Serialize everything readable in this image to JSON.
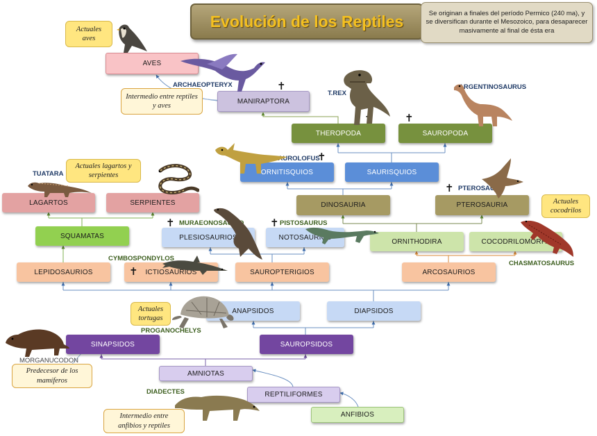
{
  "header": {
    "title": "Evolución de los Reptiles",
    "subtitle": "Se originan a finales del período Permico (240 ma), y se diversifican durante el Mesozoico, para desaparecer masivamente al final de ésta era"
  },
  "colors": {
    "pink": "#f4b8b8",
    "green_light": "#cce5a8",
    "green_dark": "#7a9440",
    "green_bright": "#92d050",
    "blue_mid": "#5a8fd8",
    "blue_light": "#c8daf4",
    "peach": "#f7c59f",
    "purple_light": "#c9b8e4",
    "purple_dark": "#7346a0",
    "olive": "#a89a68",
    "connector": "#6a8fc0"
  },
  "nodes": {
    "aves": "AVES",
    "maniraptora": "MANIRAPTORA",
    "theropoda": "THEROPODA",
    "sauropoda": "SAUROPODA",
    "ornitisquios": "ORNITISQUIOS",
    "saurisquios": "SAURISQUIOS",
    "lagartos": "LAGARTOS",
    "serpientes": "SERPIENTES",
    "dinosauria": "DINOSAURIA",
    "pterosauria": "PTEROSAURIA",
    "squamatas": "SQUAMATAS",
    "plesiosaurios": "PLESIOSAURIOS",
    "notosaurios": "NOTOSAURIOS",
    "ornithodira": "ORNITHODIRA",
    "cocodrilomorfa": "COCODRILOMORFA",
    "lepidosaurios": "LEPIDOSAURIOS",
    "ictiosaurios": "ICTIOSAURIOS",
    "sauropterigios": "SAUROPTERIGIOS",
    "arcosaurios": "ARCOSAURIOS",
    "anapsidos": "ANAPSIDOS",
    "diapsidos": "DIAPSIDOS",
    "sinapsidos": "SINAPSIDOS",
    "sauropsidos": "SAUROPSIDOS",
    "amniotas": "AMNIOTAS",
    "reptiliformes": "REPTILIFORMES",
    "anfibios": "ANFIBIOS"
  },
  "notes": {
    "aves": "Actuales aves",
    "archaeopteryx": "Intermedio entre reptiles y aves",
    "lagartos_serpientes": "Actuales lagartos y serpientes",
    "cocodrilos": "Actuales cocodrilos",
    "tortugas": "Actuales tortugas",
    "mamiferos": "Predecesor de los mamíferos",
    "diadectes": "Intermedio entre anfibios y reptiles"
  },
  "specimens": {
    "archaeopteryx": "ARCHAEOPTERYX",
    "trex": "T.REX",
    "argentinosaurus": "ARGENTINOSAURUS",
    "parasaurolofus": "PARASAUROLOFUS",
    "tuatara": "TUATARA",
    "pterosaur": "PTEROSAUR",
    "muraeonosaurio": "MURAEONOSAURIO",
    "pistosaurus": "PISTOSAURUS",
    "cymbospondylos": "CYMBOSPONDYLOS",
    "chasmatosaurus": "CHASMATOSAURUS",
    "proganochelys": "PROGANOCHELYS",
    "morganucodon": "MORGANUCODON",
    "diadectes": "DIADECTES"
  },
  "extinct_symbol": "✝",
  "icons": [
    "falcon-icon",
    "archaeopteryx-icon",
    "trex-icon",
    "argentinosaurus-icon",
    "parasaurolophus-icon",
    "tuatara-icon",
    "snake-icon",
    "pterosaur-icon",
    "plesiosaur-icon",
    "nothosaur-icon",
    "ichthyosaur-icon",
    "crocodile-icon",
    "turtle-icon",
    "morganucodon-icon",
    "diadectes-icon"
  ]
}
